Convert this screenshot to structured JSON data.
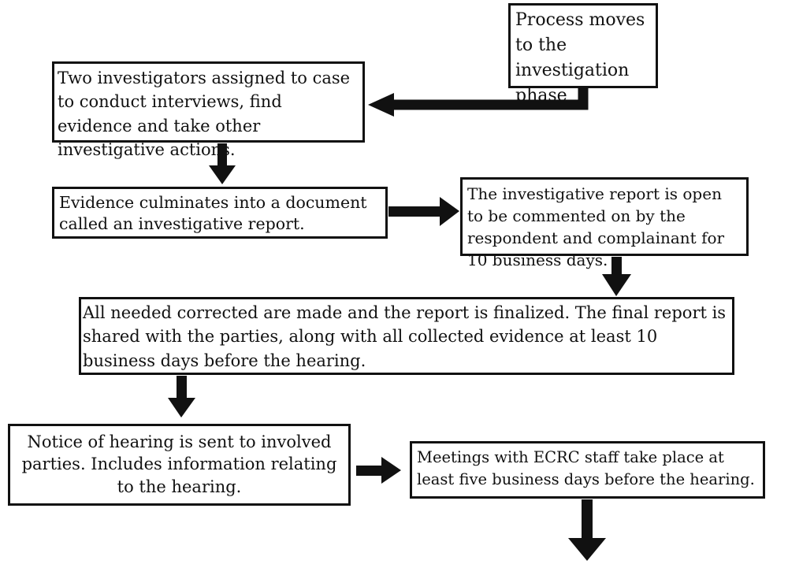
{
  "steps": [
    {
      "id": "step-investigation-phase",
      "text": "Process moves to the investigation phase"
    },
    {
      "id": "step-investigators-assigned",
      "text": "Two investigators assigned to case to conduct interviews, find evidence and take other investigative actions."
    },
    {
      "id": "step-investigative-report",
      "text": "Evidence culminates into a document called an investigative report."
    },
    {
      "id": "step-comment-period",
      "text": "The investigative report is open to be commented on by the respondent and complainant for 10 business days."
    },
    {
      "id": "step-report-finalized",
      "text": "All needed corrected are made and the report is finalized. The final report is shared with the parties, along with all collected evidence at least 10 business days before the hearing."
    },
    {
      "id": "step-notice-of-hearing",
      "text": "Notice of hearing is sent to involved parties. Includes information relating to the hearing."
    },
    {
      "id": "step-ecrc-meetings",
      "text": "Meetings with ECRC staff take place at least five business days before the hearing."
    }
  ],
  "connections": [
    {
      "from": "step-investigation-phase",
      "to": "step-investigators-assigned"
    },
    {
      "from": "step-investigators-assigned",
      "to": "step-investigative-report"
    },
    {
      "from": "step-investigative-report",
      "to": "step-comment-period"
    },
    {
      "from": "step-comment-period",
      "to": "step-report-finalized"
    },
    {
      "from": "step-report-finalized",
      "to": "step-notice-of-hearing"
    },
    {
      "from": "step-notice-of-hearing",
      "to": "step-ecrc-meetings"
    },
    {
      "from": "step-ecrc-meetings",
      "to": ""
    }
  ],
  "colors": {
    "stroke": "#111111",
    "background": "#ffffff",
    "text": "#111111"
  }
}
